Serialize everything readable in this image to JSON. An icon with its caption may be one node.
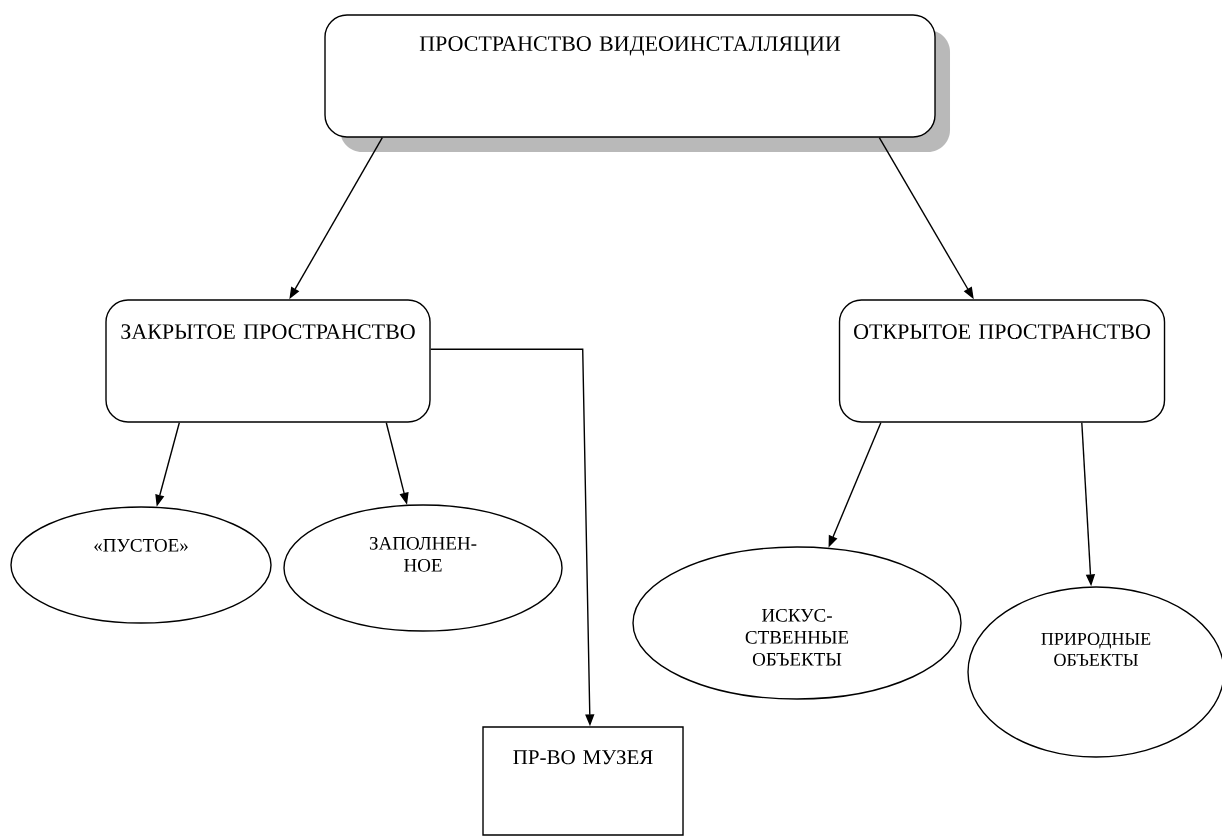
{
  "diagram": {
    "nodes": [
      {
        "text": [
          "ПРОСТРАНСТВО ВИДЕОИНСТАЛЛЯЦИИ"
        ]
      },
      {
        "text": [
          "ЗАКРЫТОЕ ПРОСТРАНСТВО"
        ]
      },
      {
        "text": [
          "ОТКРЫТОЕ ПРОСТРАНСТВО"
        ]
      },
      {
        "text": [
          "«ПУСТОЕ»"
        ]
      },
      {
        "text": [
          "ЗАПОЛНЕН- НОЕ"
        ]
      },
      {
        "text": [
          "ПР-ВО МУЗЕЯ"
        ]
      },
      {
        "text": [
          "ИСКУС- СТВЕННЫЕ ОБЪЕКТЫ"
        ]
      },
      {
        "text": [
          "ПРИРОДНЫЕ ОБЪЕКТЫ"
        ]
      }
    ],
    "edges": [
      {
        "from": 0,
        "to": 1,
        "arrow": "to"
      },
      {
        "from": 0,
        "to": 2,
        "arrow": "to"
      },
      {
        "from": 1,
        "to": 3,
        "arrow": "to"
      },
      {
        "from": 1,
        "to": 4,
        "arrow": "to"
      },
      {
        "from": 1,
        "to": 5,
        "arrow": "to"
      },
      {
        "from": 2,
        "to": 6,
        "arrow": "to"
      },
      {
        "from": 2,
        "to": 7,
        "arrow": "to"
      }
    ]
  }
}
